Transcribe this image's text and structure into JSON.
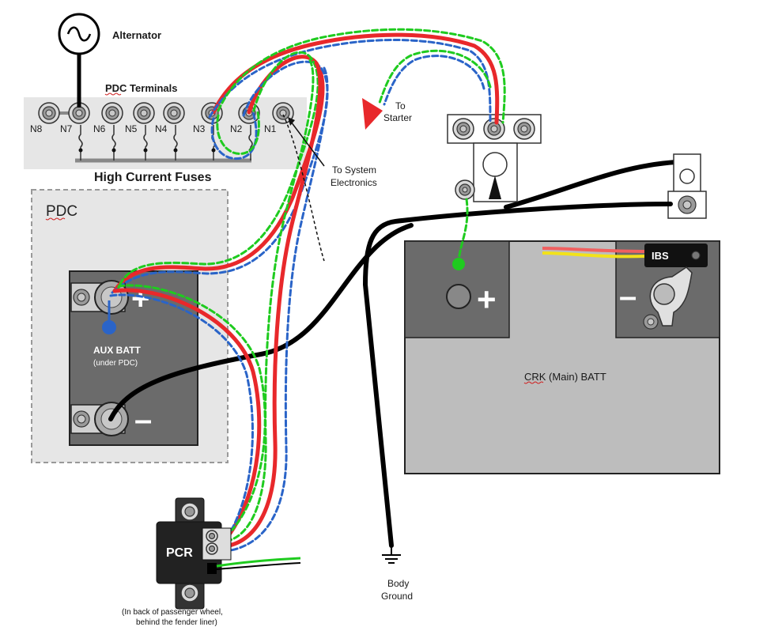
{
  "labels": {
    "alternator": "Alternator",
    "pdc_terminals": "PDC Terminals",
    "high_current_fuses": "High Current Fuses",
    "to_starter_1": "To",
    "to_starter_2": "Starter",
    "to_system_1": "To System",
    "to_system_2": "Electronics",
    "pdc": "PDC",
    "aux_batt": "AUX BATT",
    "aux_batt_sub": "(under PDC)",
    "crk_batt": "CRK (Main) BATT",
    "ibs": "IBS",
    "pcr": "PCR",
    "pcr_note_1": "(In back of passenger wheel,",
    "pcr_note_2": "behind the fender liner)",
    "body_ground_1": "Body",
    "body_ground_2": "Ground",
    "plus": "+",
    "minus": "–"
  },
  "terminals": [
    "N8",
    "N7",
    "N6",
    "N5",
    "N4",
    "N3",
    "N2",
    "N1"
  ],
  "colors": {
    "red_wire": "#e8282b",
    "blue_wire": "#2a64c8",
    "green_wire": "#1fcb1f",
    "black_wire": "#000000",
    "yellow_wire": "#f2e21a",
    "battery_dark": "#6b6b6b",
    "battery_body": "#bdbdbd",
    "panel_bg": "#e6e6e6"
  }
}
